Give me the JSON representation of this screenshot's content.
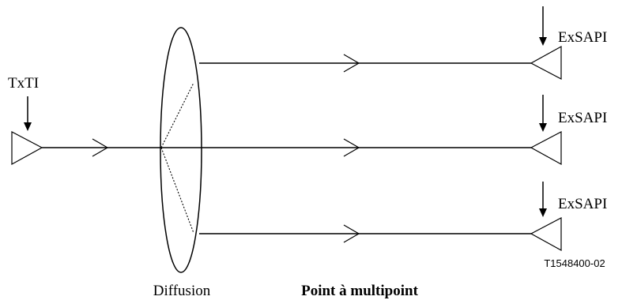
{
  "labels": {
    "source_label": "TxTI",
    "sink_label_1": "ExSAPI",
    "sink_label_2": "ExSAPI",
    "sink_label_3": "ExSAPI",
    "broadcast_label": "Diffusion",
    "caption": "Point à multipoint",
    "figure_id": "T1548400-02"
  },
  "colors": {
    "stroke": "#000000",
    "background": "#ffffff"
  }
}
